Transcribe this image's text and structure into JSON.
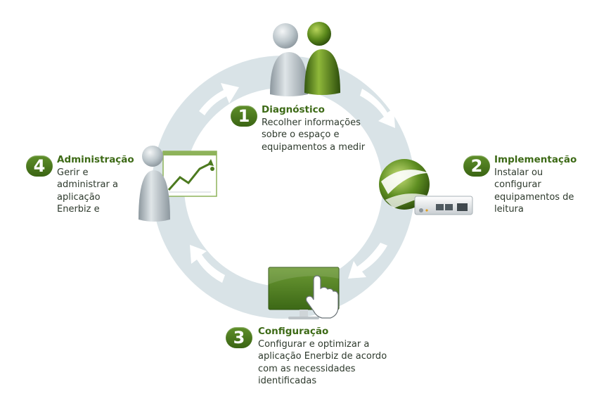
{
  "colors": {
    "ring": "#d9e3e7",
    "ring_arrows": "#ffffff",
    "accent_green": "#3d6a16",
    "badge_green": "#4c7a1f",
    "text": "#2e3a2d"
  },
  "steps": [
    {
      "number": "1",
      "title": "Diagnóstico",
      "description": "Recolher informações\nsobre o espaço e\nequipamentos a medir",
      "icon": "two-users-icon"
    },
    {
      "number": "2",
      "title": "Implementação",
      "description": "Instalar ou\nconfigurar\nequipamentos de\nleitura",
      "icon": "meter-device-icon"
    },
    {
      "number": "3",
      "title": "Configuração",
      "description": "Configurar e optimizar a\naplicação Enerbiz de acordo\ncom as necessidades\nidentificadas",
      "icon": "monitor-click-icon"
    },
    {
      "number": "4",
      "title": "Administração",
      "description": "Gerir e\nadministrar a\naplicação\nEnerbiz e",
      "icon": "user-chart-icon"
    }
  ]
}
